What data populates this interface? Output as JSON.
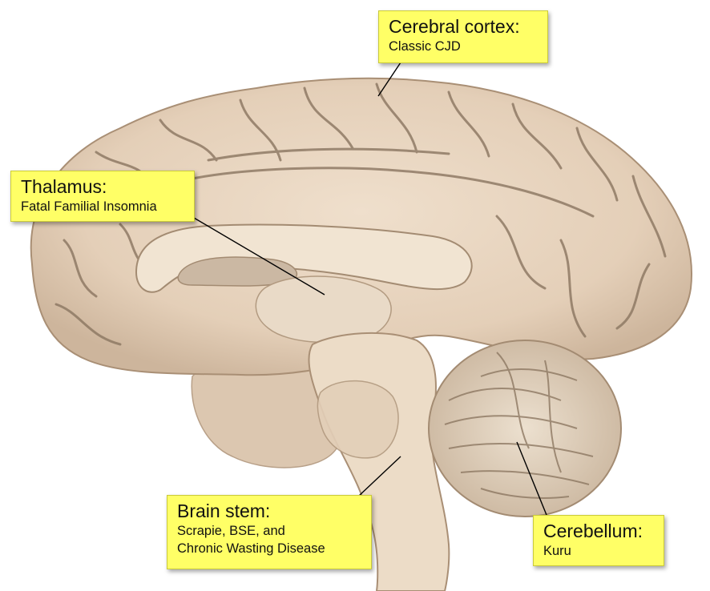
{
  "labels": {
    "cerebral_cortex": {
      "title": "Cerebral cortex:",
      "lines": [
        "Classic CJD"
      ]
    },
    "thalamus": {
      "title": "Thalamus:",
      "lines": [
        "Fatal Familial Insomnia"
      ]
    },
    "brain_stem": {
      "title": "Brain stem:",
      "lines": [
        "Scrapie, BSE, and",
        "Chronic Wasting Disease"
      ]
    },
    "cerebellum": {
      "title": "Cerebellum:",
      "lines": [
        "Kuru"
      ]
    }
  },
  "colors": {
    "callout_fill": "#ffff66",
    "brain_tissue": "#e6d2bd",
    "sulcus_lines": "#8a7560",
    "leader_line": "#000000"
  }
}
